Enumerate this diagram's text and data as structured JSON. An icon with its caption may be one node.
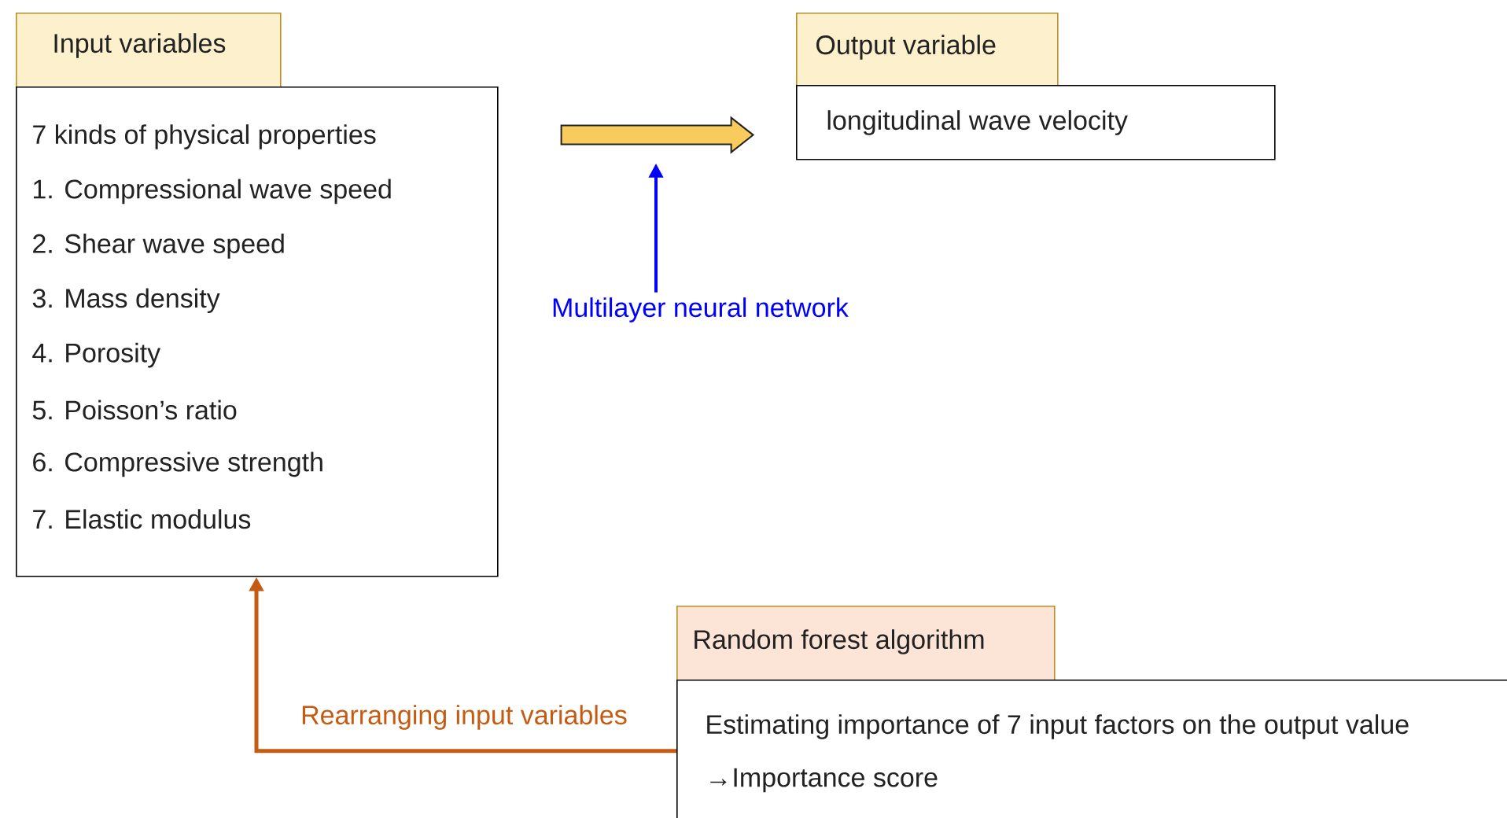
{
  "diagram": {
    "nodes": [
      {
        "text": [
          "Input variables"
        ]
      },
      {
        "text": [
          "7 kinds of physical properties",
          "1. Compressional wave speed",
          "2. Shear wave speed",
          "3. Mass density",
          "4. Porosity",
          "5. Poisson’s ratio",
          "6. Compressive strength",
          "7. Elastic modulus"
        ]
      },
      {
        "text": [
          "Output variable"
        ]
      },
      {
        "text": [
          "longitudinal wave velocity"
        ]
      },
      {
        "text": [
          "Multilayer neural network"
        ]
      },
      {
        "text": [
          "Random forest algorithm"
        ]
      },
      {
        "text": [
          "Estimating importance of 7 input factors on the output value",
          "→Importance score"
        ]
      }
    ],
    "edges": [
      {
        "from": 1,
        "to": 3,
        "arrow": "to",
        "style": "thick",
        "color": "#f9cb5c"
      },
      {
        "from": 4,
        "to": null,
        "arrow": "to",
        "color": "#0000ff"
      },
      {
        "from": 6,
        "to": 1,
        "arrow": "to",
        "color": "#c55a11",
        "label": "Rearranging input variables"
      }
    ]
  }
}
